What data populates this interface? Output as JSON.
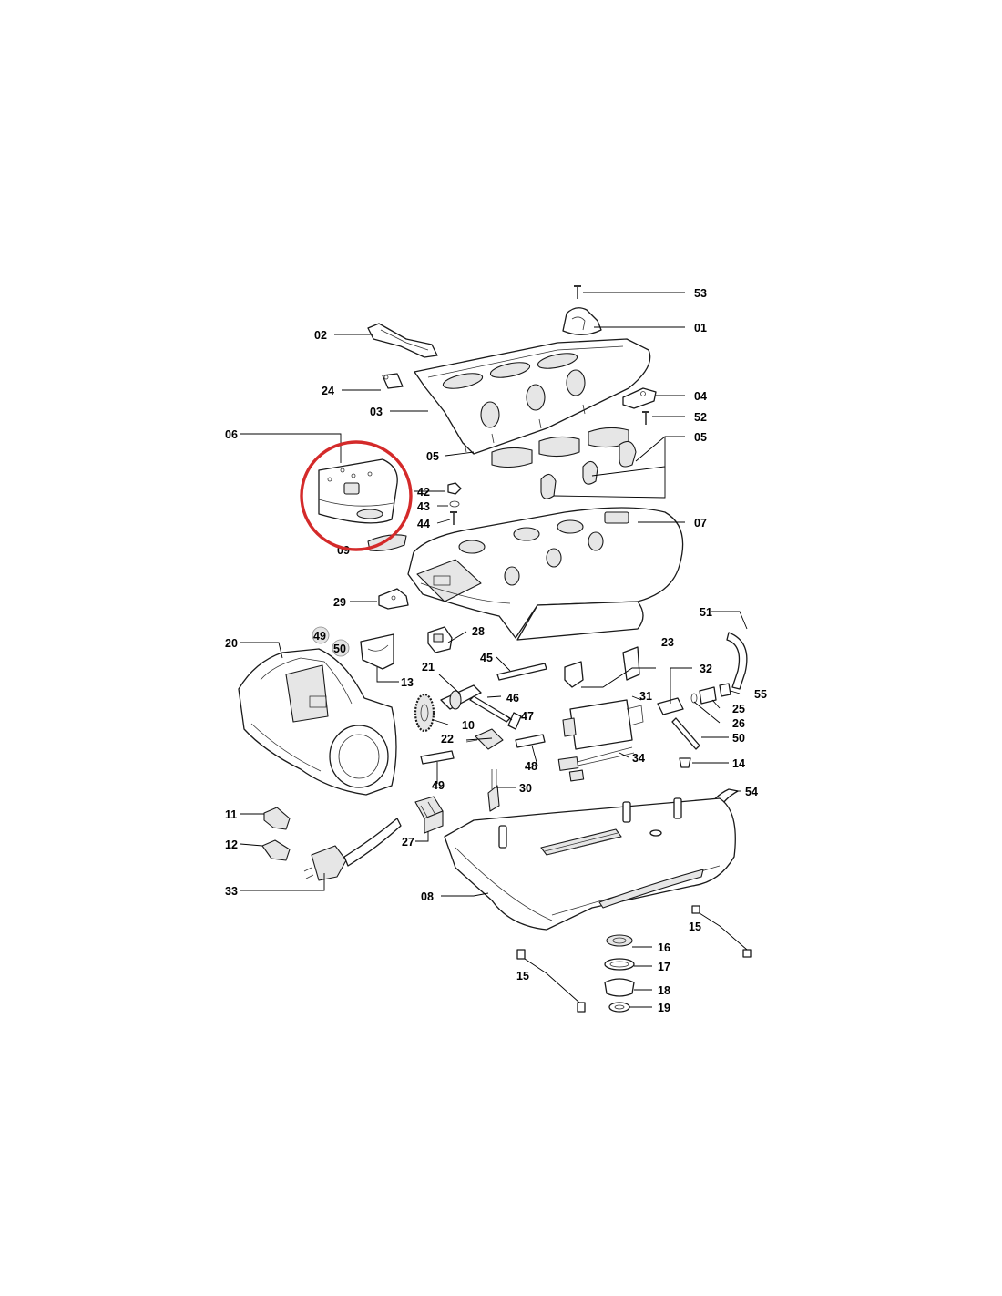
{
  "diagram": {
    "labels": {
      "p01": "01",
      "p02": "02",
      "p03": "03",
      "p04": "04",
      "p05a": "05",
      "p05b": "05",
      "p06": "06",
      "p07": "07",
      "p08": "08",
      "p09": "09",
      "p10": "10",
      "p11": "11",
      "p12": "12",
      "p13": "13",
      "p14": "14",
      "p15a": "15",
      "p15b": "15",
      "p16": "16",
      "p17": "17",
      "p18": "18",
      "p19": "19",
      "p20": "20",
      "p21": "21",
      "p22": "22",
      "p23": "23",
      "p24": "24",
      "p25": "25",
      "p26": "26",
      "p27": "27",
      "p28": "28",
      "p29": "29",
      "p30": "30",
      "p31": "31",
      "p32": "32",
      "p33": "33",
      "p34": "34",
      "p42": "42",
      "p43": "43",
      "p44": "44",
      "p45": "45",
      "p46": "46",
      "p47": "47",
      "p48": "48",
      "p49": "49",
      "p49c": "49",
      "p50": "50",
      "p50c": "50",
      "p51": "51",
      "p52": "52",
      "p53": "53",
      "p54": "54",
      "p55": "55"
    },
    "highlight": {
      "part": "06",
      "color": "#d42a2a"
    }
  }
}
